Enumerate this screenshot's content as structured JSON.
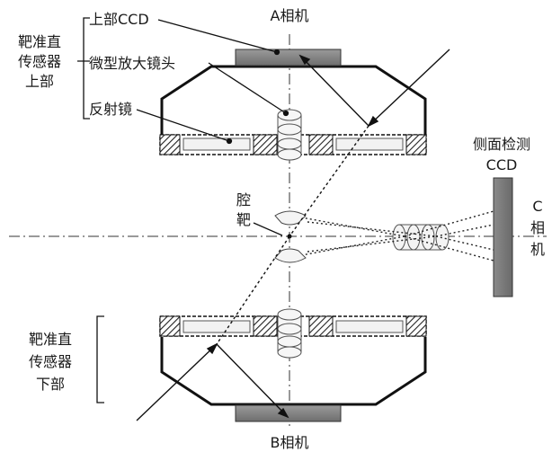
{
  "labels": {
    "camera_a": "A相机",
    "camera_b": "B相机",
    "camera_c": [
      "C",
      "相",
      "机"
    ],
    "upper_sensor": [
      "靶准直",
      "传感器",
      "上部"
    ],
    "lower_sensor": [
      "靶准直",
      "传感器",
      "下部"
    ],
    "upper_ccd": "上部CCD",
    "micro_lens": "微型放大镜头",
    "reflector": "反射镜",
    "cavity_target": [
      "腔",
      "靶"
    ],
    "side_ccd": [
      "侧面检测",
      "CCD"
    ]
  }
}
